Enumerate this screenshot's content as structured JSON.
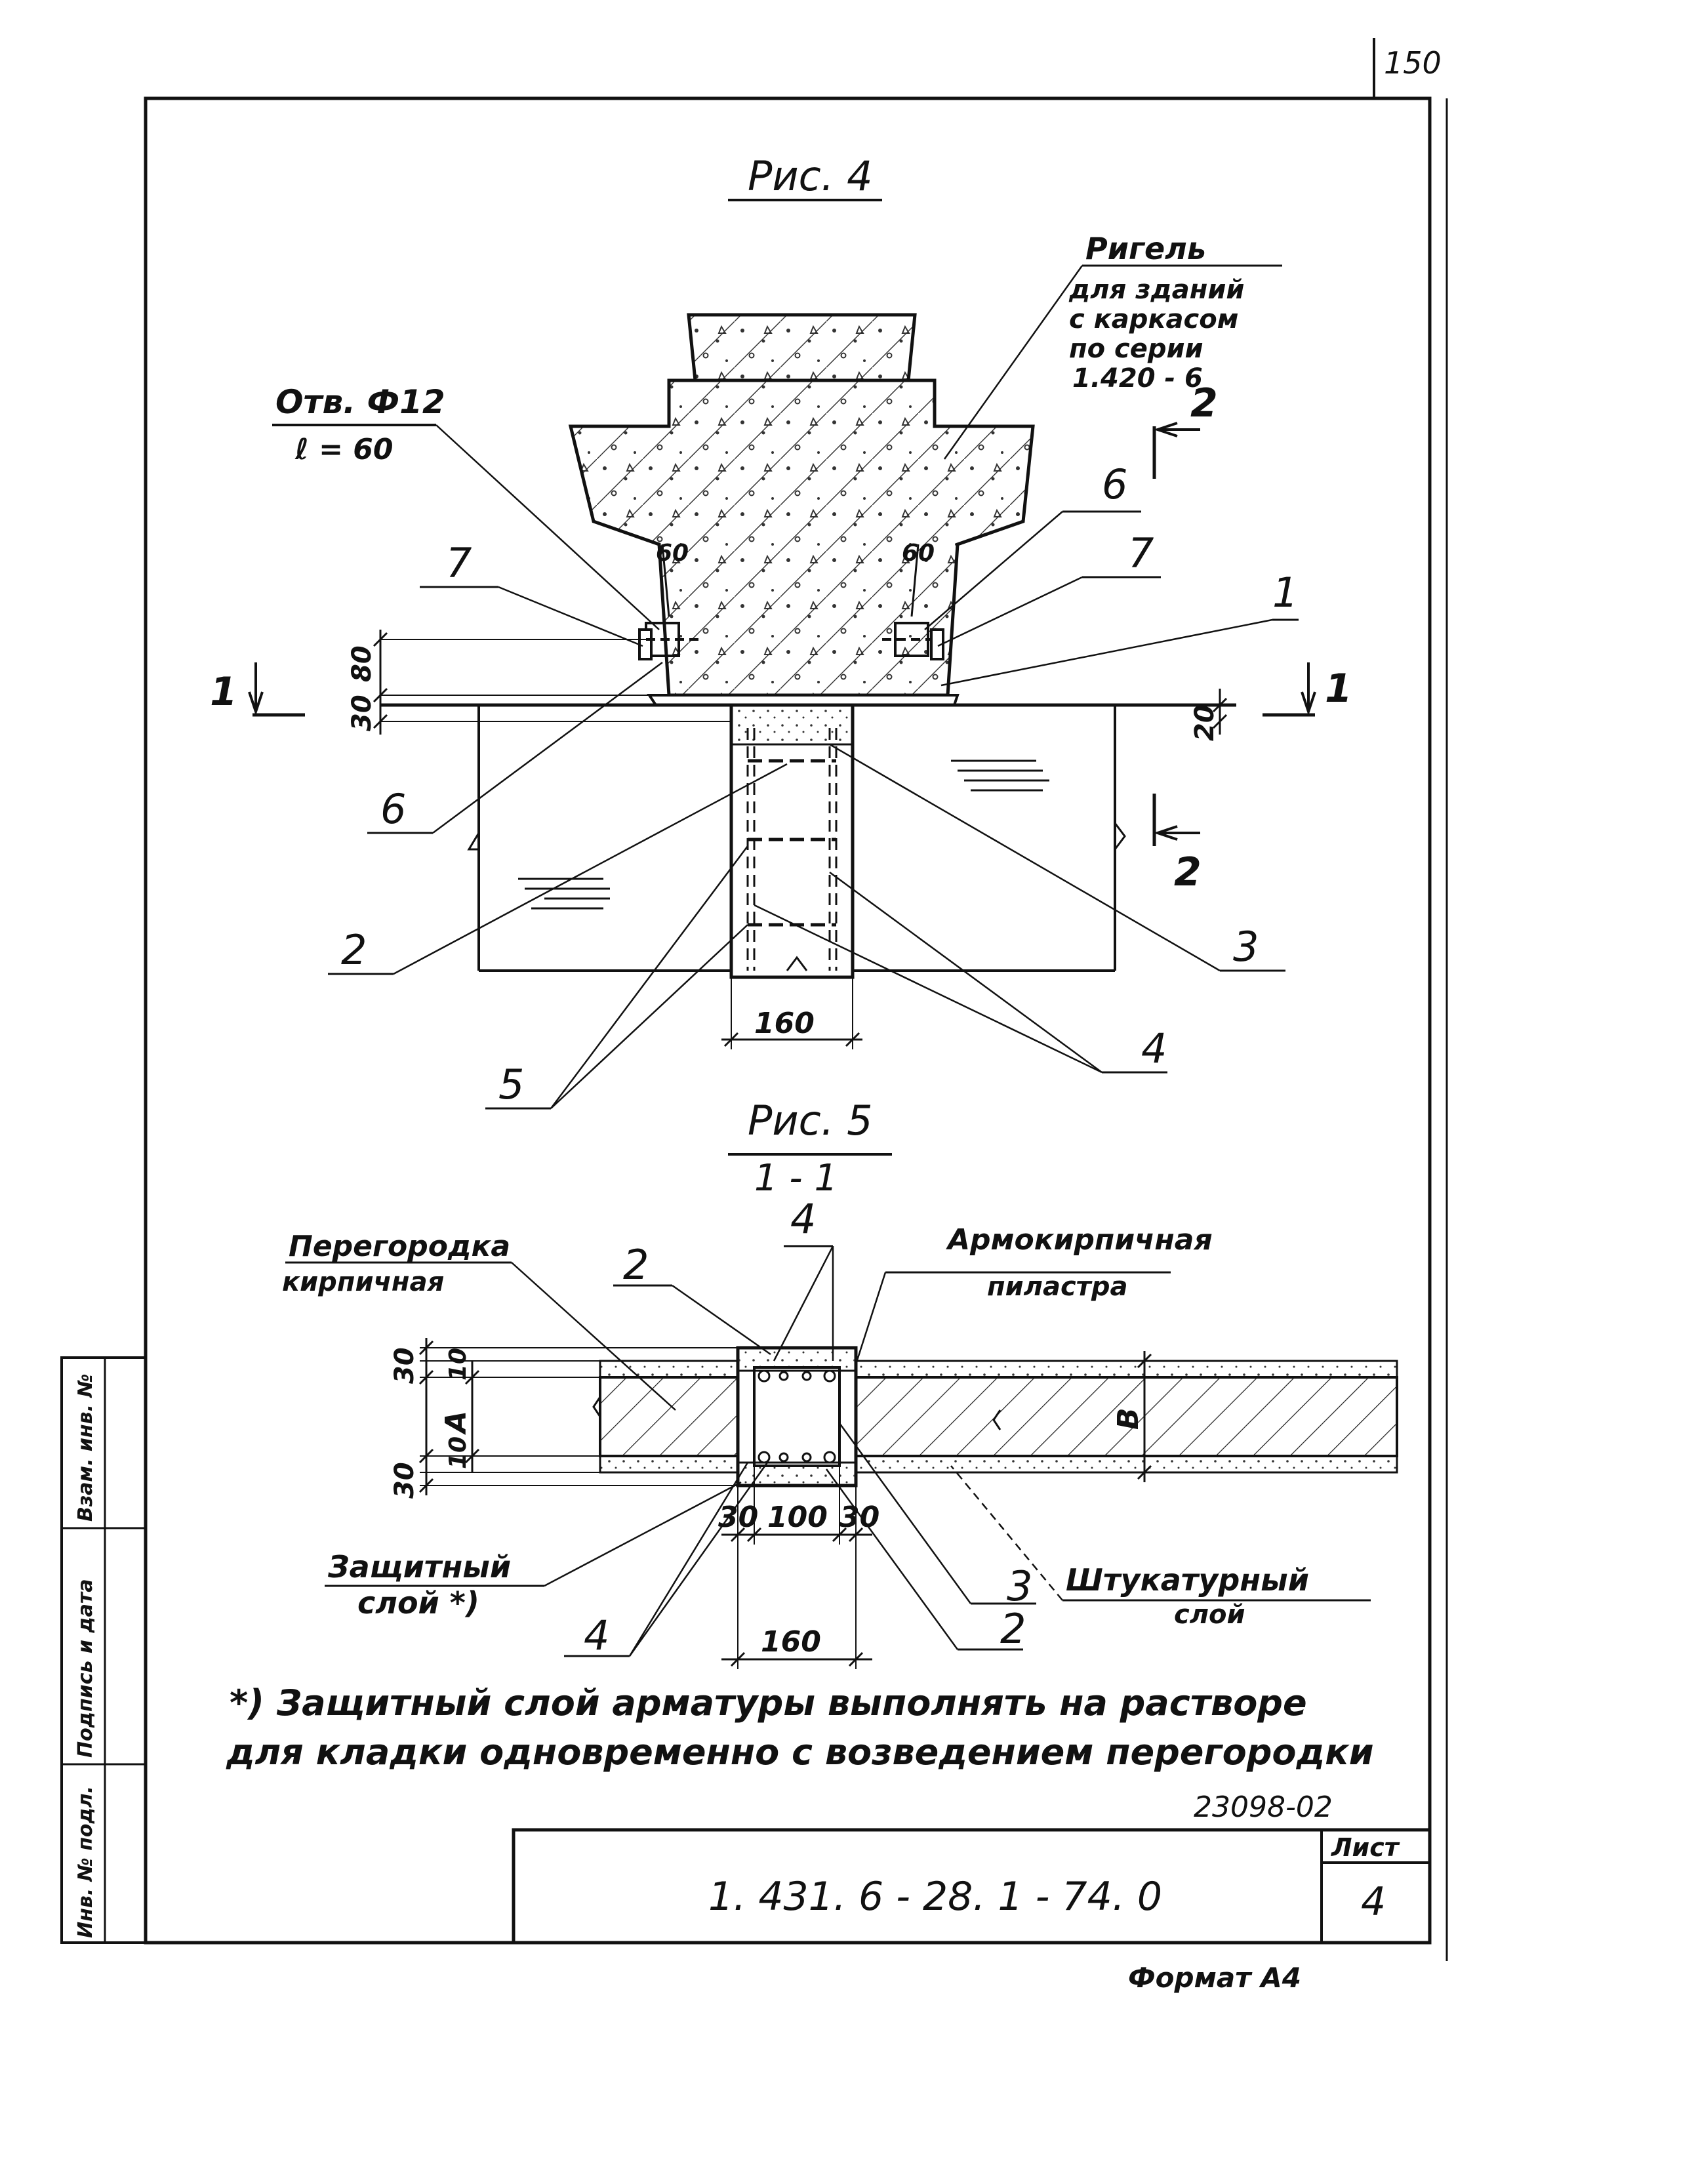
{
  "sheet": {
    "page_number": "150",
    "sheet_label": "Лист",
    "sheet_number": "4",
    "document_code": "1. 431. 6 - 28. 1 - 74. 0",
    "registration_number": "23098-02",
    "format_label": "Формат А4",
    "side_stamp": [
      "Инв. № подл.",
      "Подпись и дата",
      "Взам. инв. №"
    ]
  },
  "figure4": {
    "title": "Рис. 4",
    "beam_label": [
      "Ригель",
      "для зданий",
      "с каркасом",
      "по серии",
      "1.420 - 6"
    ],
    "hole_label": "Отв. Ф12",
    "hole_length": "ℓ = 60",
    "section_1_label": "1",
    "section_2_label": "2",
    "dims": {
      "d30": "30",
      "d80": "80",
      "d20": "20",
      "d60_left": "60",
      "d60_right": "60",
      "width_160": "160"
    },
    "callouts": {
      "c1": "1",
      "c2": "2",
      "c3": "3",
      "c4": "4",
      "c5": "5",
      "c6_left": "6",
      "c6_right": "6",
      "c7_left": "7",
      "c7_right": "7"
    }
  },
  "figure5": {
    "title": "Рис. 5",
    "subtitle": "1 - 1",
    "partition_label": [
      "Перегородка",
      "кирпичная"
    ],
    "pilaster_label": [
      "Армокирпичная",
      "пиластра"
    ],
    "protective_label": [
      "Защитный",
      "слой *)"
    ],
    "plaster_label": [
      "Штукатурный",
      "слой"
    ],
    "dims": {
      "top30": "30",
      "top10": "10",
      "bot30": "30",
      "bot10": "10",
      "dim_A": "A",
      "dim_B": "В",
      "w30a": "30",
      "w100": "100",
      "w30b": "30",
      "w160": "160"
    },
    "callouts": {
      "c2_top": "2",
      "c4_top": "4",
      "c4_bottom": "4",
      "c3": "3",
      "c2_bottom": "2"
    }
  },
  "footnote": [
    "*) Защитный слой арматуры выполнять на растворе",
    "для кладки одновременно с возведением перегородки"
  ]
}
